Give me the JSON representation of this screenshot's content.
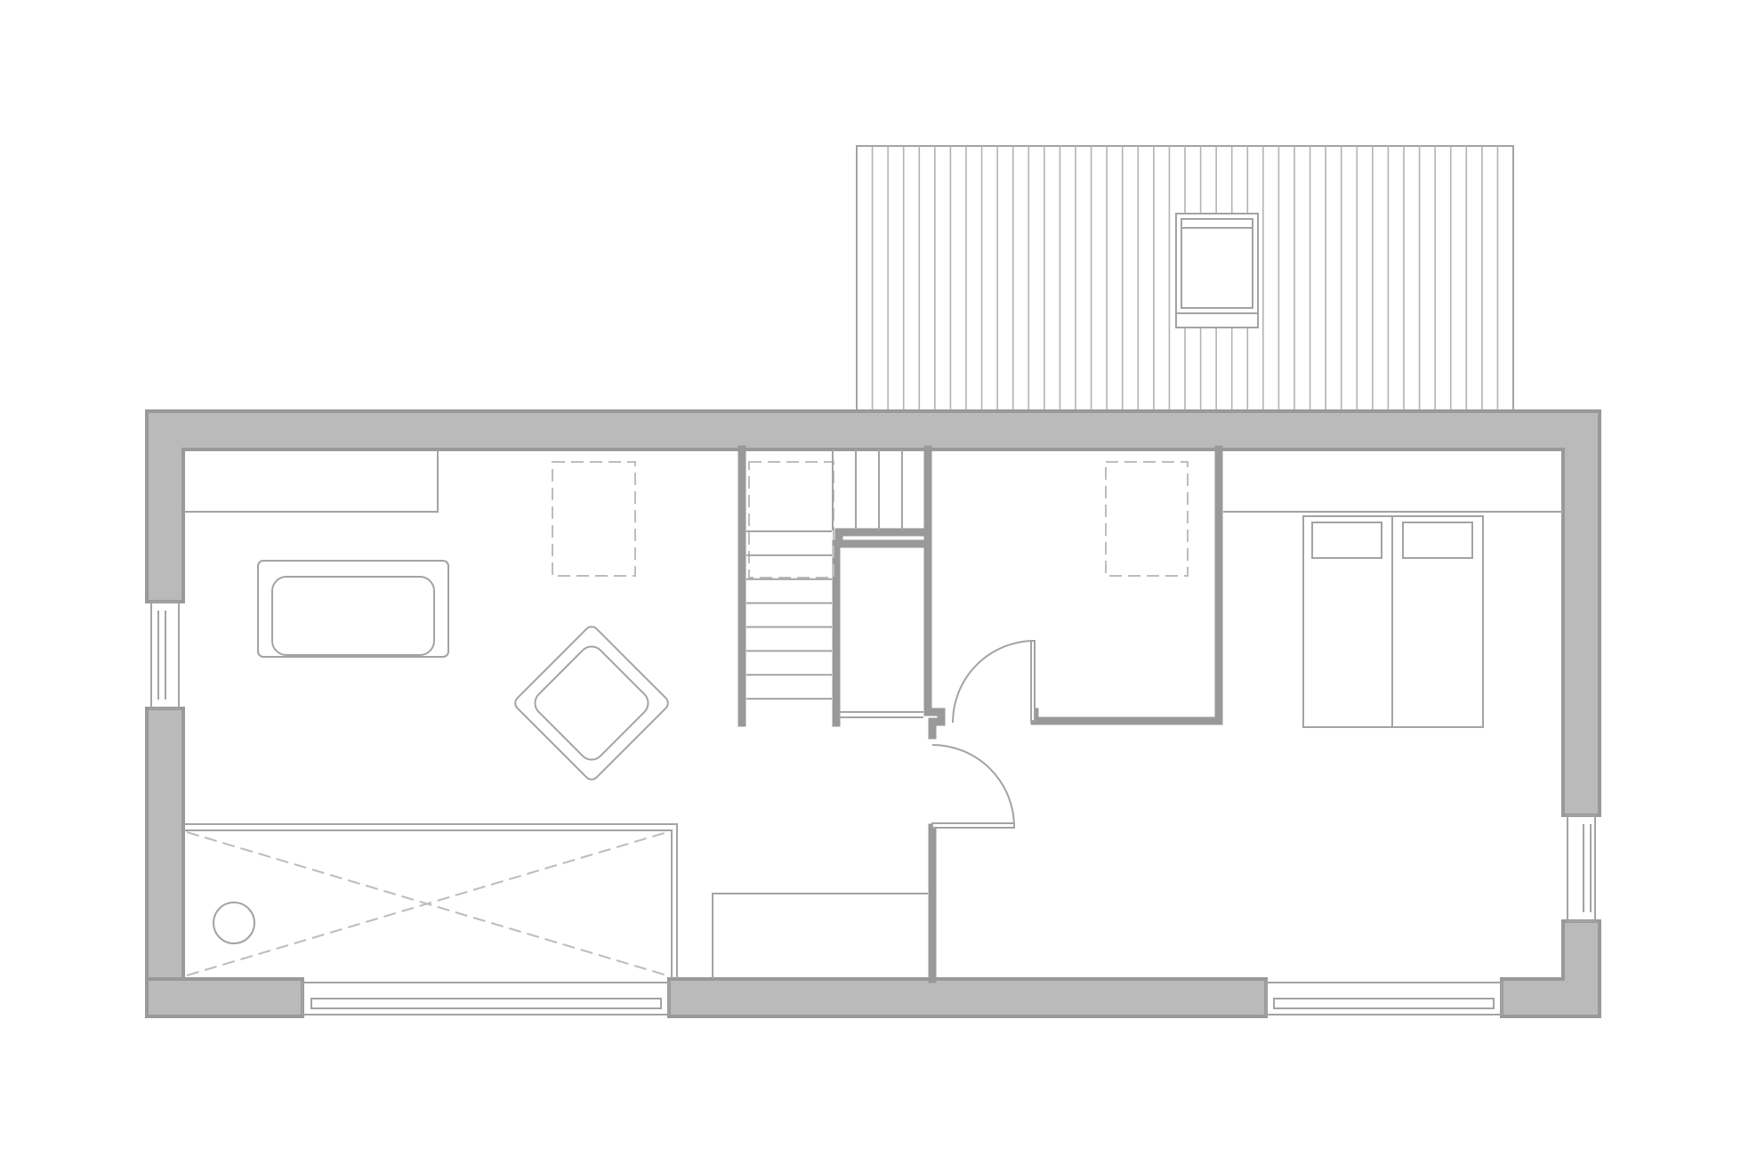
{
  "plan": {
    "colors": {
      "background": "#ffffff",
      "wall_fill": "#bababa",
      "wall_stroke": "#999999",
      "line": "#a3a3a3",
      "hidden_line": "#bdbdbd"
    },
    "spaces": [
      "living-room",
      "stair",
      "bathroom",
      "hallway",
      "bedroom",
      "balcony"
    ],
    "stair_steps": 8,
    "balcony_deck_boards": 41
  }
}
